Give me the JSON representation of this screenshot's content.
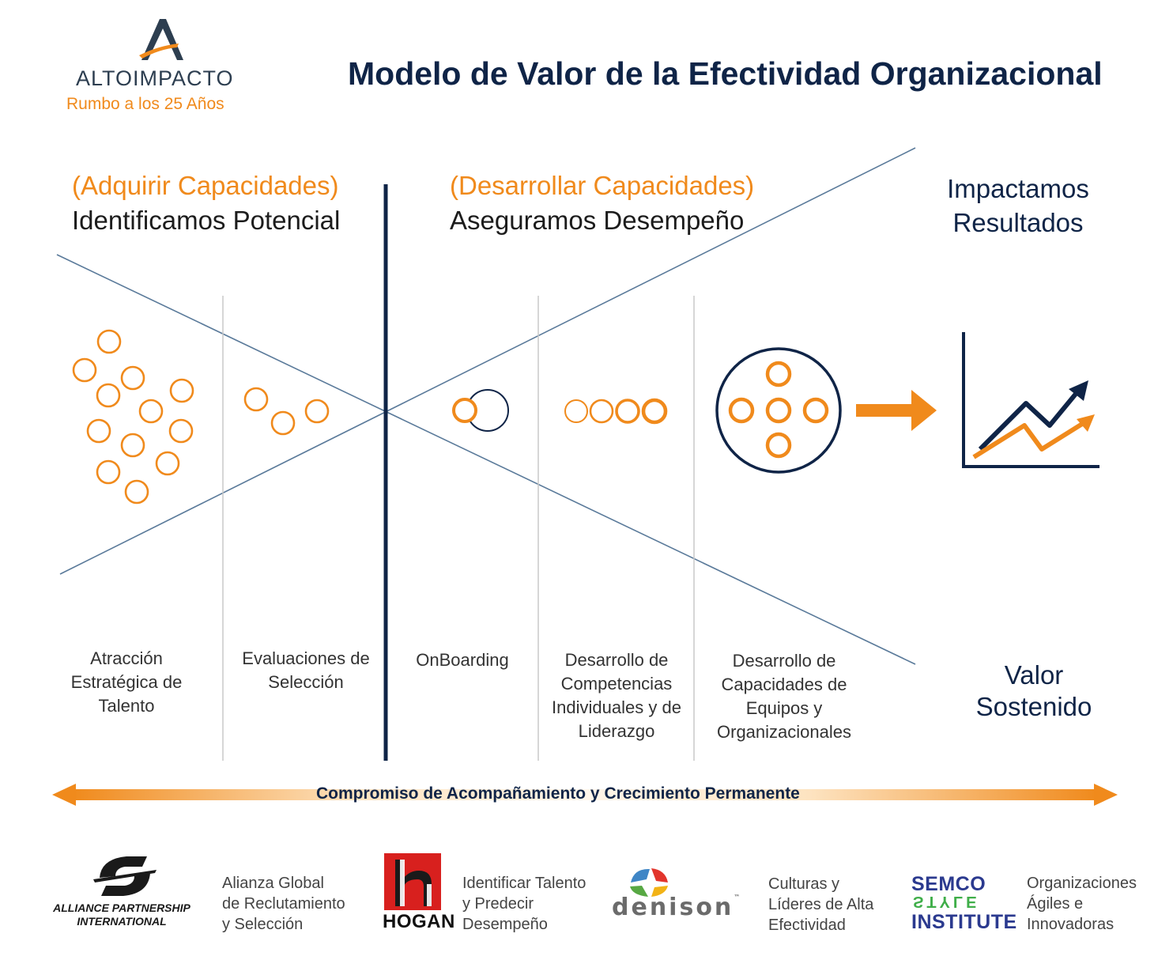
{
  "header": {
    "title": "Modelo de Valor de la Efectividad Organizacional",
    "brand": "ALTOIMPACTO",
    "tagline": "Rumbo a los 25 Años"
  },
  "phases": {
    "acquire": {
      "title": "(Adquirir Capacidades)",
      "subtitle": "Identificamos Potencial"
    },
    "develop": {
      "title": "(Desarrollar Capacidades)",
      "subtitle": "Aseguramos Desempeño"
    },
    "result_top": [
      "Impactamos",
      "Resultados"
    ],
    "result_bottom": [
      "Valor",
      "Sostenido"
    ]
  },
  "stages": [
    [
      "Atracción",
      "Estratégica de",
      "Talento"
    ],
    [
      "Evaluaciones de",
      "Selección"
    ],
    [
      "OnBoarding"
    ],
    [
      "Desarrollo de",
      "Competencias",
      "Individuales y de",
      "Liderazgo"
    ],
    [
      "Desarrollo de",
      "Capacidades de",
      "Equipos y",
      "Organizacionales"
    ]
  ],
  "band": {
    "label": "Compromiso de Acompañamiento y Crecimiento Permanente"
  },
  "partners": [
    {
      "logo": [
        "ALLIANCE PARTNERSHIP",
        "INTERNATIONAL"
      ],
      "desc": [
        "Alianza Global",
        "de Reclutamiento",
        "y Selección"
      ]
    },
    {
      "logo": [
        "HOGAN"
      ],
      "desc": [
        "Identificar Talento",
        "y Predecir",
        "Desempeño"
      ]
    },
    {
      "logo": [
        "denison",
        "™"
      ],
      "desc": [
        "Culturas y",
        "Líderes de Alta",
        "Efectividad"
      ]
    },
    {
      "logo": [
        "SEMCO",
        "STYLE",
        "INSTITUTE"
      ],
      "desc": [
        "Organizaciones",
        "Ágiles e",
        "Innovadoras"
      ]
    }
  ],
  "colors": {
    "navy": "#0f2447",
    "orange": "#f08a1c",
    "line": "#5a7a9a",
    "divider": "#c8c8c8"
  },
  "icons": [
    "altoimpacto-logo-icon",
    "arrow-right-icon",
    "growth-chart-icon",
    "double-arrow-band-icon"
  ]
}
